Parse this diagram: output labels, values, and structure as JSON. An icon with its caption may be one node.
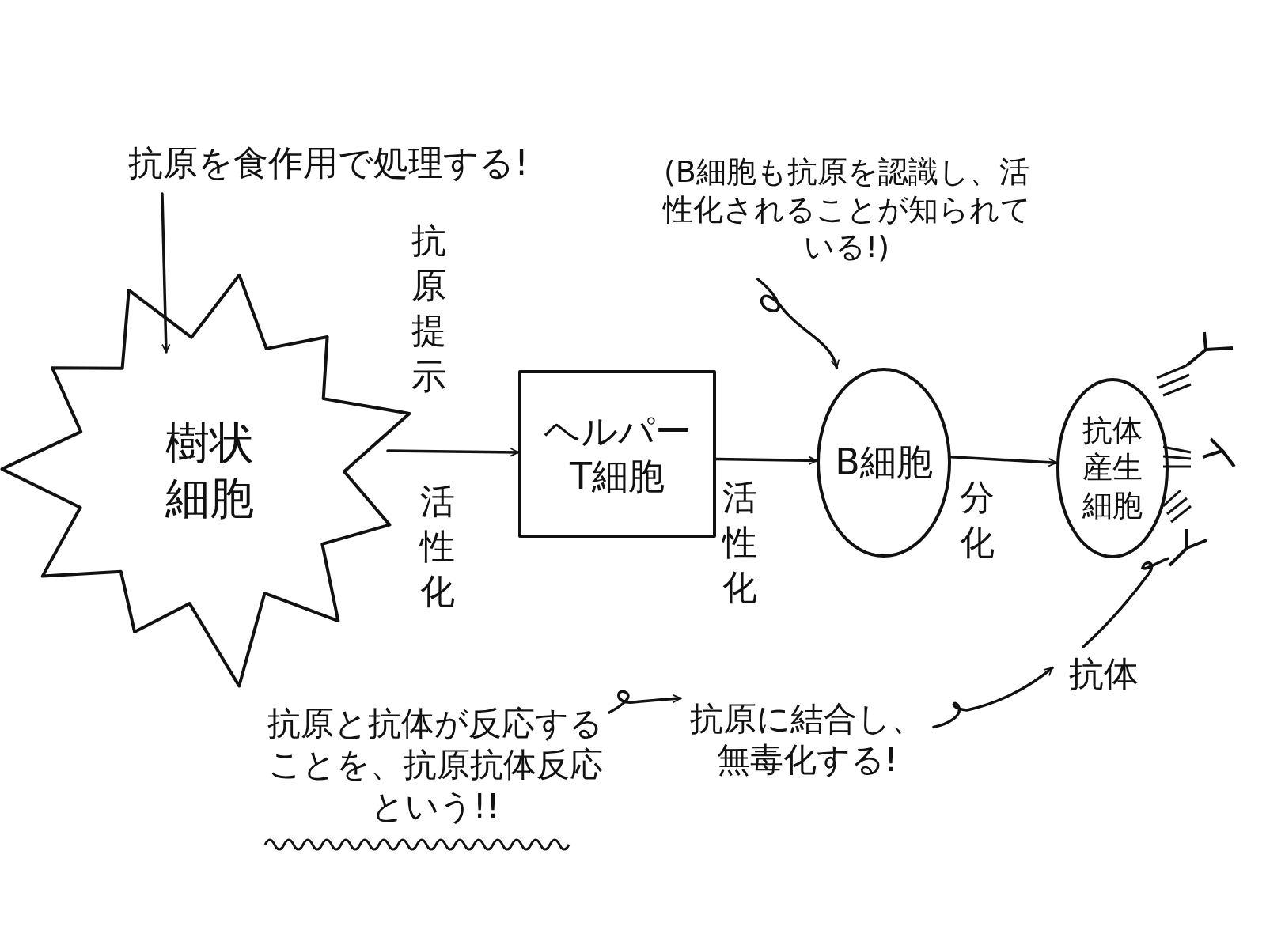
{
  "diagram": {
    "nodes": [
      {
        "text": [
          "抗原を食作用で処理する!"
        ]
      },
      {
        "text": [
          "樹状細胞"
        ]
      },
      {
        "text": [
          "ヘルパーT細胞"
        ]
      },
      {
        "text": [
          "(B細胞も抗原を認識し、活性化されることが知られている!)"
        ]
      },
      {
        "text": [
          "B細胞"
        ]
      },
      {
        "text": [
          "抗体産生細胞"
        ]
      },
      {
        "text": [],
        "shape": "antibody"
      },
      {
        "text": [
          "抗原と抗体が反応することを、抗原抗体反応という!!"
        ]
      },
      {
        "text": [
          "抗原に結合し、無毒化する!"
        ]
      },
      {
        "text": [
          "抗体"
        ]
      }
    ],
    "edges": [
      {
        "from": 0,
        "to": 1,
        "arrow": "to"
      },
      {
        "from": 1,
        "to": 2,
        "arrow": "to",
        "label": "抗原提示"
      },
      {
        "from": 2,
        "to": 4,
        "arrow": "to",
        "label": "活性化"
      },
      {
        "from": 3,
        "to": 4,
        "arrow": "to"
      },
      {
        "from": 4,
        "to": 5,
        "arrow": "to",
        "label": "分化"
      },
      {
        "from": 7,
        "to": 8,
        "arrow": "to"
      },
      {
        "from": 8,
        "to": 9,
        "arrow": "to"
      },
      {
        "from": 9,
        "to": 6,
        "arrow": "none"
      }
    ],
    "labels": [
      "活性化"
    ]
  }
}
